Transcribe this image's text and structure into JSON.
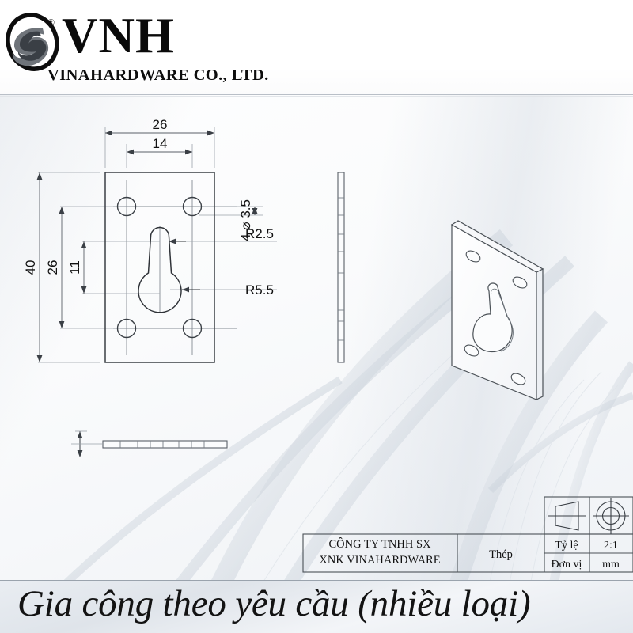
{
  "header": {
    "logo_icon": "vnh-swoosh-logo",
    "registered_symbol": "®",
    "brand": "VNH",
    "tagline": "VINAHARDWARE CO., LTD."
  },
  "drawing": {
    "front_view": {
      "name": "front-view",
      "dimensions": {
        "width_overall": "26",
        "hole_spacing_horizontal": "14",
        "height_overall": "40",
        "hole_spacing_vertical": "26",
        "slot_height": "11"
      },
      "annotations": {
        "hole_callout": "4 ⌀ 3.5",
        "radius_small": "R2.5",
        "radius_large": "R5.5"
      }
    },
    "side_view": {
      "name": "side-view"
    },
    "iso_view": {
      "name": "isometric-view"
    },
    "bottom_view": {
      "name": "bottom-edge-view"
    }
  },
  "title_block": {
    "company_line1": "CÔNG TY TNHH SX",
    "company_line2": "XNK VINAHARDWARE",
    "material": "Thép",
    "scale_label": "Tỷ lệ",
    "scale_value": "2:1",
    "unit_label": "Đơn vị",
    "unit_value": "mm",
    "projection_symbol": "first-angle-projection-icon"
  },
  "caption": {
    "text": "Gia công theo yêu cầu (nhiều loại)"
  },
  "colors": {
    "line": "#5a6068",
    "line_dark": "#2f3338",
    "text": "#111111",
    "background": "#fdfdfe",
    "caption_band": "#e6eaf0"
  }
}
